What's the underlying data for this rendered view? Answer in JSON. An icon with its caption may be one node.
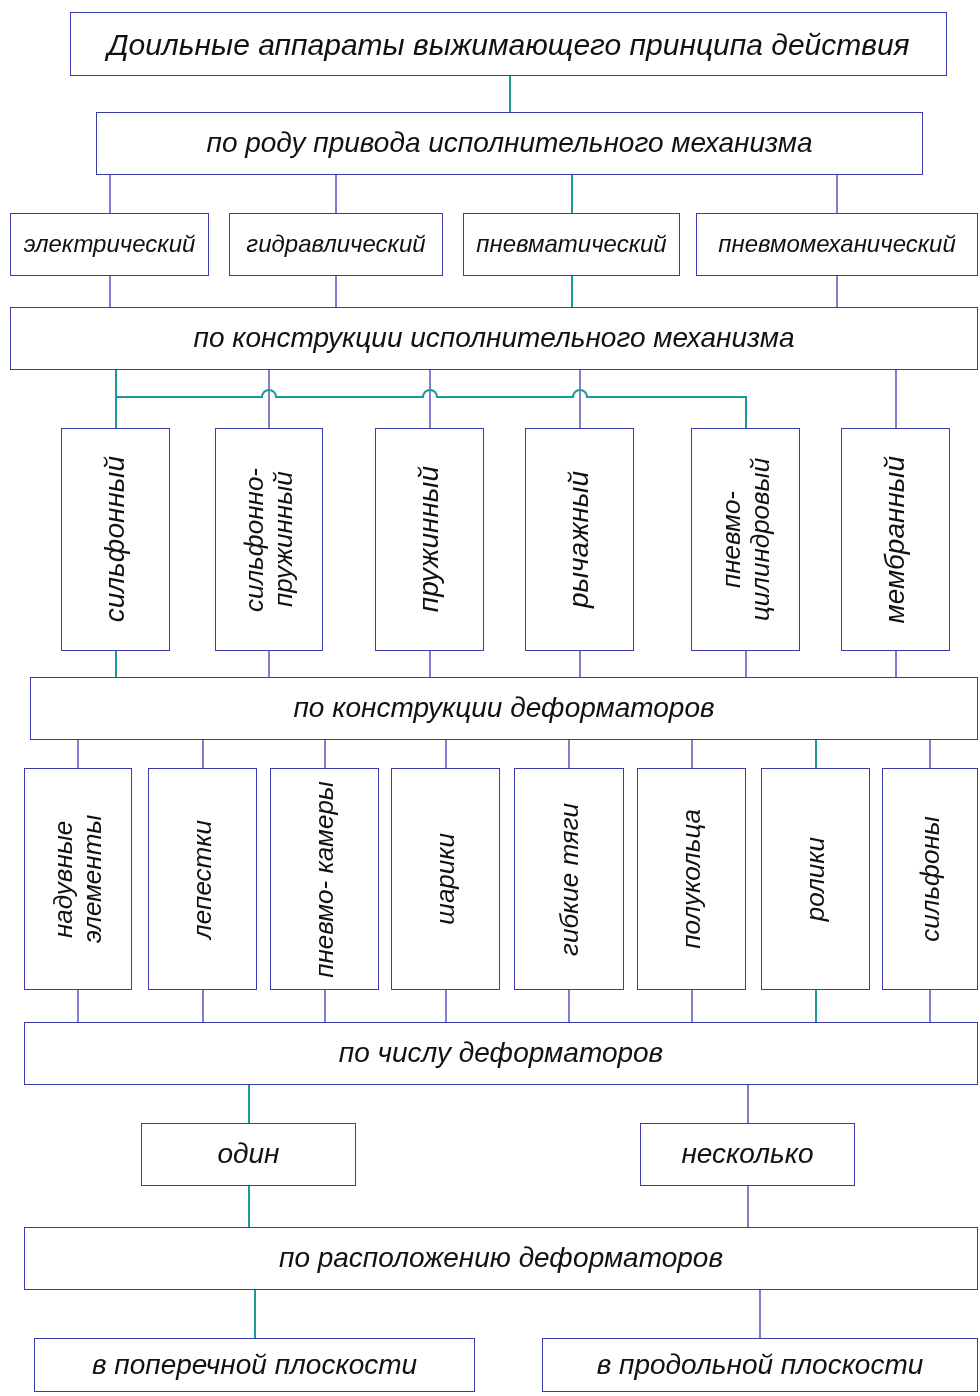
{
  "diagram": {
    "nodes": [
      {
        "text": [
          "Доильные аппараты выжимающего принципа действия"
        ]
      },
      {
        "text": [
          "по роду привода исполнительного механизма"
        ]
      },
      {
        "text": [
          "электрический"
        ]
      },
      {
        "text": [
          "гидравлический"
        ]
      },
      {
        "text": [
          "пневматический"
        ]
      },
      {
        "text": [
          "пневмомеханический"
        ]
      },
      {
        "text": [
          "по конструкции исполнительного механизма"
        ]
      },
      {
        "text": [
          "сильфонный"
        ]
      },
      {
        "text": [
          "сильфонно- пружинный"
        ]
      },
      {
        "text": [
          "пружинный"
        ]
      },
      {
        "text": [
          "рычажный"
        ]
      },
      {
        "text": [
          "пневмо- цилиндровый"
        ]
      },
      {
        "text": [
          "мембранный"
        ]
      },
      {
        "text": [
          "по конструкции деформаторов"
        ]
      },
      {
        "text": [
          "надувные элементы"
        ]
      },
      {
        "text": [
          "лепестки"
        ]
      },
      {
        "text": [
          "пневмо- камеры"
        ]
      },
      {
        "text": [
          "шарики"
        ]
      },
      {
        "text": [
          "гибкие тяги"
        ]
      },
      {
        "text": [
          "полукольца"
        ]
      },
      {
        "text": [
          "ролики"
        ]
      },
      {
        "text": [
          "сильфоны"
        ]
      },
      {
        "text": [
          "по числу деформаторов"
        ]
      },
      {
        "text": [
          "один"
        ]
      },
      {
        "text": [
          "несколько"
        ]
      },
      {
        "text": [
          "по расположению деформаторов"
        ]
      },
      {
        "text": [
          "в поперечной плоскости"
        ]
      },
      {
        "text": [
          "в продольной плоскости"
        ]
      }
    ],
    "edges": [
      {
        "from": 0,
        "to": 1,
        "arrow": "none",
        "color": "#1a9a9a"
      },
      {
        "from": 1,
        "to": 2,
        "arrow": "none"
      },
      {
        "from": 1,
        "to": 3,
        "arrow": "none"
      },
      {
        "from": 1,
        "to": 4,
        "arrow": "none",
        "color": "#1a9a9a"
      },
      {
        "from": 1,
        "to": 5,
        "arrow": "none"
      },
      {
        "from": 2,
        "to": 6,
        "arrow": "none"
      },
      {
        "from": 3,
        "to": 6,
        "arrow": "none"
      },
      {
        "from": 4,
        "to": 6,
        "arrow": "none",
        "color": "#1a9a9a"
      },
      {
        "from": 5,
        "to": 6,
        "arrow": "none"
      },
      {
        "from": 6,
        "to": 7,
        "arrow": "none",
        "color": "#1a9a9a"
      },
      {
        "from": 6,
        "to": 8,
        "arrow": "none"
      },
      {
        "from": 6,
        "to": 9,
        "arrow": "none"
      },
      {
        "from": 6,
        "to": 10,
        "arrow": "none"
      },
      {
        "from": 6,
        "to": 11,
        "arrow": "none",
        "color": "#1a9a9a"
      },
      {
        "from": 6,
        "to": 12,
        "arrow": "none"
      },
      {
        "from": 7,
        "to": 13,
        "arrow": "none",
        "color": "#1a9a9a"
      },
      {
        "from": 8,
        "to": 13,
        "arrow": "none"
      },
      {
        "from": 9,
        "to": 13,
        "arrow": "none"
      },
      {
        "from": 10,
        "to": 13,
        "arrow": "none"
      },
      {
        "from": 11,
        "to": 13,
        "arrow": "none"
      },
      {
        "from": 12,
        "to": 13,
        "arrow": "none"
      },
      {
        "from": 13,
        "to": 14,
        "arrow": "none"
      },
      {
        "from": 13,
        "to": 15,
        "arrow": "none"
      },
      {
        "from": 13,
        "to": 16,
        "arrow": "none"
      },
      {
        "from": 13,
        "to": 17,
        "arrow": "none"
      },
      {
        "from": 13,
        "to": 18,
        "arrow": "none"
      },
      {
        "from": 13,
        "to": 19,
        "arrow": "none"
      },
      {
        "from": 13,
        "to": 20,
        "arrow": "none",
        "color": "#1a9a9a"
      },
      {
        "from": 13,
        "to": 21,
        "arrow": "none"
      },
      {
        "from": 14,
        "to": 22,
        "arrow": "none"
      },
      {
        "from": 15,
        "to": 22,
        "arrow": "none"
      },
      {
        "from": 16,
        "to": 22,
        "arrow": "none"
      },
      {
        "from": 17,
        "to": 22,
        "arrow": "none"
      },
      {
        "from": 18,
        "to": 22,
        "arrow": "none"
      },
      {
        "from": 19,
        "to": 22,
        "arrow": "none"
      },
      {
        "from": 20,
        "to": 22,
        "arrow": "none",
        "color": "#1a9a9a"
      },
      {
        "from": 21,
        "to": 22,
        "arrow": "none"
      },
      {
        "from": 22,
        "to": 23,
        "arrow": "none",
        "color": "#1a9a9a"
      },
      {
        "from": 22,
        "to": 24,
        "arrow": "none"
      },
      {
        "from": 23,
        "to": 25,
        "arrow": "none",
        "color": "#1a9a9a"
      },
      {
        "from": 24,
        "to": 25,
        "arrow": "none"
      },
      {
        "from": 25,
        "to": 26,
        "arrow": "none",
        "color": "#1a9a9a"
      },
      {
        "from": 25,
        "to": 27,
        "arrow": "none"
      }
    ]
  }
}
